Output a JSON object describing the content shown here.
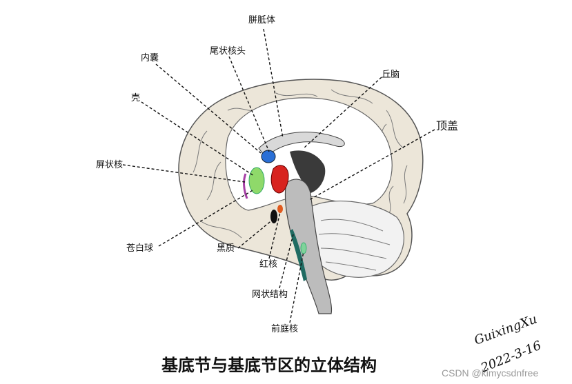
{
  "labels": {
    "corpus_callosum": "胼胝体",
    "internal_capsule": "内囊",
    "caudate_head": "尾状核头",
    "thalamus": "丘脑",
    "putamen": "壳",
    "tectum": "顶盖",
    "claustrum": "屏状核",
    "globus_pallidus": "苍白球",
    "substantia_nigra": "黑质",
    "red_nucleus": "红核",
    "reticular_formation": "网状结构",
    "vestibular_nuclei": "前庭核"
  },
  "title": "基底节与基底节区的立体结构",
  "signature": {
    "name": "GuixingXu",
    "date": "2022-3-16"
  },
  "watermark": "CSDN @kimycsdnfree",
  "colors": {
    "caudate": "#2a6fd6",
    "thalamus": "#d8231f",
    "globus_pallidus": "#8fd96a",
    "claustrum": "#a63fa6",
    "substantia_nigra": "#111111",
    "red_nucleus": "#e05a1e",
    "reticular_formation": "#1f6b62",
    "vestibular": "#7fd39a",
    "cortex": "#ece6d9",
    "white_matter": "#ffffff",
    "brainstem": "#bcbcbc"
  }
}
